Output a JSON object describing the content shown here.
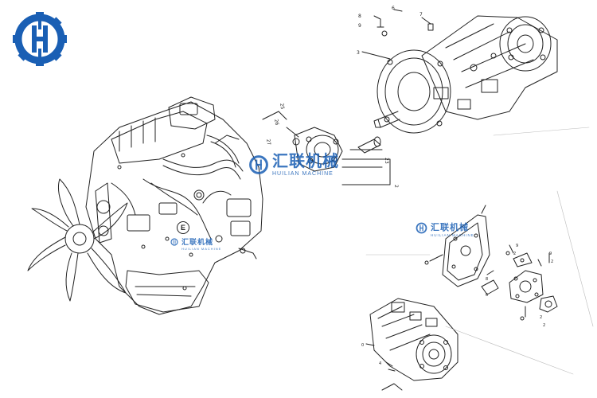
{
  "brand": {
    "logo_icon": "gear-h-logo-icon",
    "logo_color": "#1a5fb4",
    "watermark_cn": "汇联机械",
    "watermark_en": "HUILIAN MACHINE"
  },
  "callout": {
    "letter": "E"
  },
  "colors": {
    "line": "#222222",
    "background": "#ffffff",
    "accent": "#1a5fb4"
  }
}
